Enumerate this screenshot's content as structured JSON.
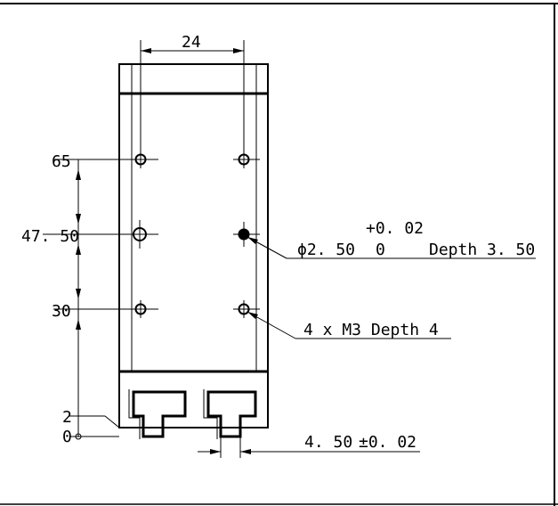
{
  "drawing": {
    "dim_width": "24",
    "dim_y_65": "65",
    "dim_y_47": "47. 50",
    "dim_y_30": "30",
    "dim_y_2": "2",
    "dim_y_0": "0",
    "tol_upper": "+0. 02",
    "hole_dia": "ϕ2. 50",
    "tol_lower": "0",
    "hole_depth": "Depth 3. 50",
    "thread_callout": "4 x M3 Depth 4",
    "slot_width": "4. 50",
    "slot_tol": "±0. 02"
  }
}
